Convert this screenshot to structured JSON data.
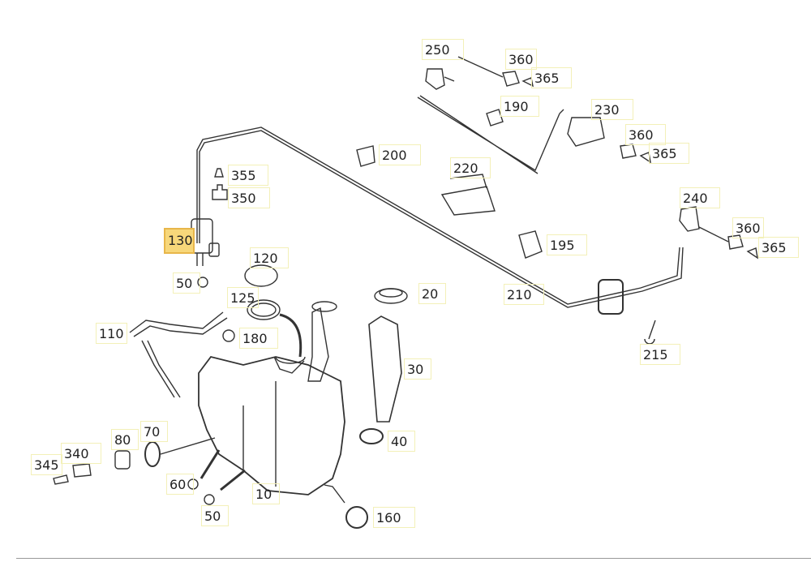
{
  "diagram": {
    "highlighted_part": "130",
    "colors": {
      "highlight": "#f7d77a",
      "label_border": "#f3f0b8",
      "line": "#333333"
    },
    "labels": [
      {
        "id": "250",
        "text": "250"
      },
      {
        "id": "360a",
        "text": "360"
      },
      {
        "id": "365a",
        "text": "365"
      },
      {
        "id": "190",
        "text": "190"
      },
      {
        "id": "230",
        "text": "230"
      },
      {
        "id": "360b",
        "text": "360"
      },
      {
        "id": "365b",
        "text": "365"
      },
      {
        "id": "200",
        "text": "200"
      },
      {
        "id": "220",
        "text": "220"
      },
      {
        "id": "355",
        "text": "355"
      },
      {
        "id": "350",
        "text": "350"
      },
      {
        "id": "240",
        "text": "240"
      },
      {
        "id": "360c",
        "text": "360"
      },
      {
        "id": "365c",
        "text": "365"
      },
      {
        "id": "130",
        "text": "130"
      },
      {
        "id": "195",
        "text": "195"
      },
      {
        "id": "120",
        "text": "120"
      },
      {
        "id": "50a",
        "text": "50"
      },
      {
        "id": "125",
        "text": "125"
      },
      {
        "id": "20",
        "text": "20"
      },
      {
        "id": "210",
        "text": "210"
      },
      {
        "id": "110",
        "text": "110"
      },
      {
        "id": "180",
        "text": "180"
      },
      {
        "id": "215",
        "text": "215"
      },
      {
        "id": "30",
        "text": "30"
      },
      {
        "id": "40",
        "text": "40"
      },
      {
        "id": "80",
        "text": "80"
      },
      {
        "id": "70",
        "text": "70"
      },
      {
        "id": "340",
        "text": "340"
      },
      {
        "id": "345",
        "text": "345"
      },
      {
        "id": "60",
        "text": "60"
      },
      {
        "id": "10",
        "text": "10"
      },
      {
        "id": "50b",
        "text": "50"
      },
      {
        "id": "160",
        "text": "160"
      }
    ]
  }
}
